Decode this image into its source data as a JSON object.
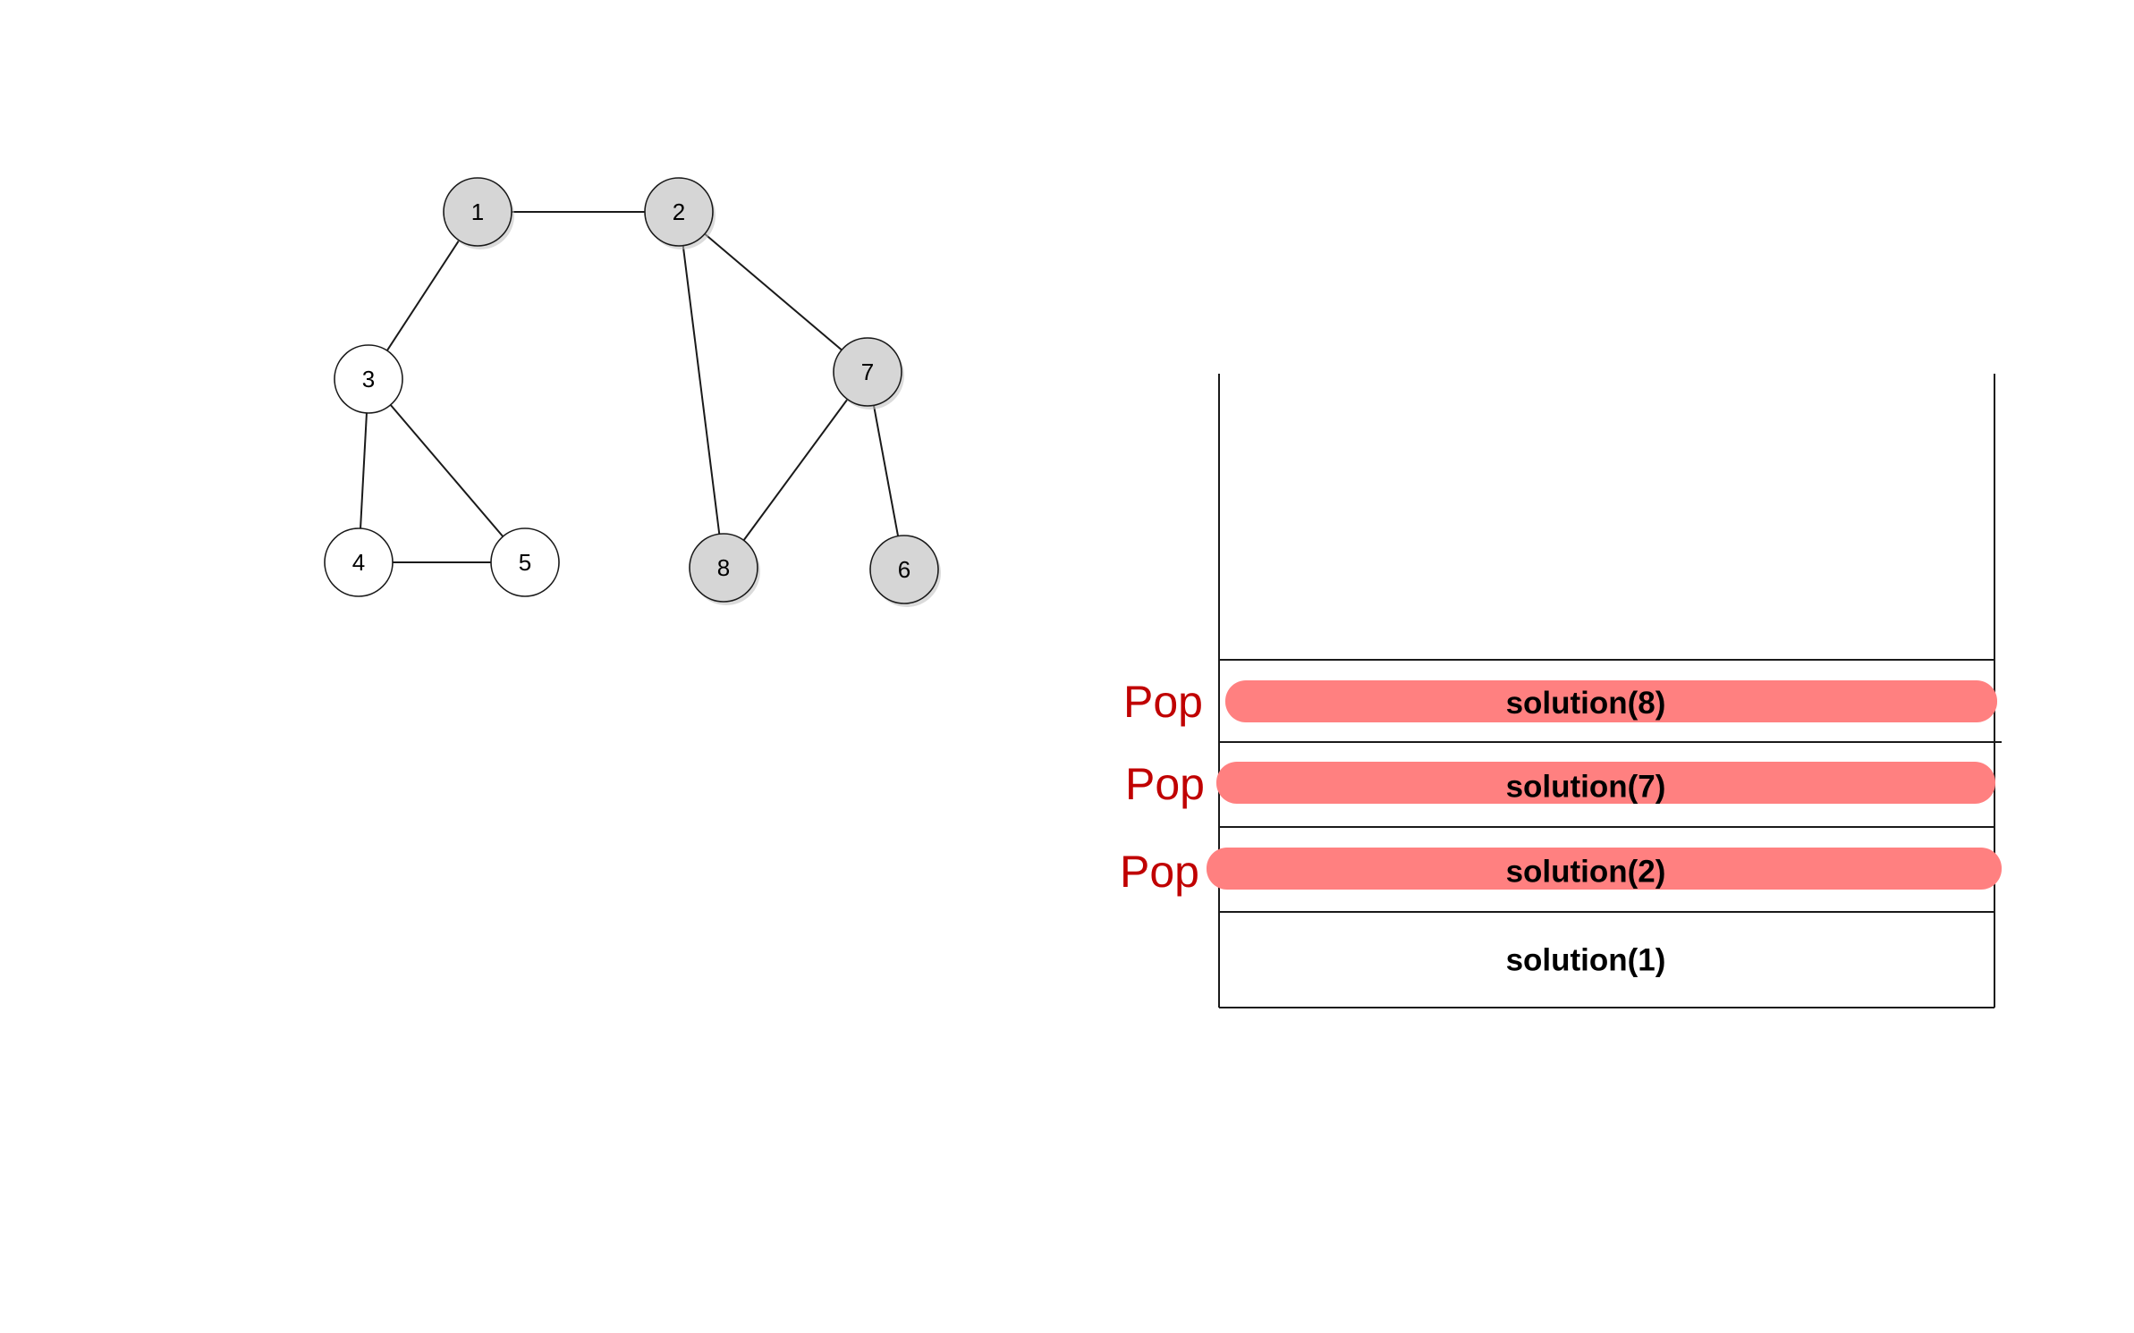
{
  "colors": {
    "visited_fill": "#d6d6d6",
    "unvisited_fill": "#ffffff",
    "node_stroke": "#1a1a1a",
    "edge_stroke": "#1a1a1a",
    "pop_highlight": "#ff8080",
    "pop_text": "#c00000"
  },
  "graph": {
    "nodes": [
      {
        "id": "1",
        "label": "1",
        "visited": true
      },
      {
        "id": "2",
        "label": "2",
        "visited": true
      },
      {
        "id": "3",
        "label": "3",
        "visited": false
      },
      {
        "id": "4",
        "label": "4",
        "visited": false
      },
      {
        "id": "5",
        "label": "5",
        "visited": false
      },
      {
        "id": "7",
        "label": "7",
        "visited": true
      },
      {
        "id": "8",
        "label": "8",
        "visited": true
      },
      {
        "id": "6",
        "label": "6",
        "visited": true
      }
    ],
    "edges": [
      [
        "1",
        "2"
      ],
      [
        "1",
        "3"
      ],
      [
        "3",
        "4"
      ],
      [
        "3",
        "5"
      ],
      [
        "4",
        "5"
      ],
      [
        "2",
        "7"
      ],
      [
        "2",
        "8"
      ],
      [
        "7",
        "8"
      ],
      [
        "7",
        "6"
      ]
    ]
  },
  "stack": {
    "frames": [
      {
        "label": "solution(8)",
        "popped": true,
        "pop_label": "Pop"
      },
      {
        "label": "solution(7)",
        "popped": true,
        "pop_label": "Pop"
      },
      {
        "label": "solution(2)",
        "popped": true,
        "pop_label": "Pop"
      },
      {
        "label": "solution(1)",
        "popped": false,
        "pop_label": ""
      }
    ]
  }
}
